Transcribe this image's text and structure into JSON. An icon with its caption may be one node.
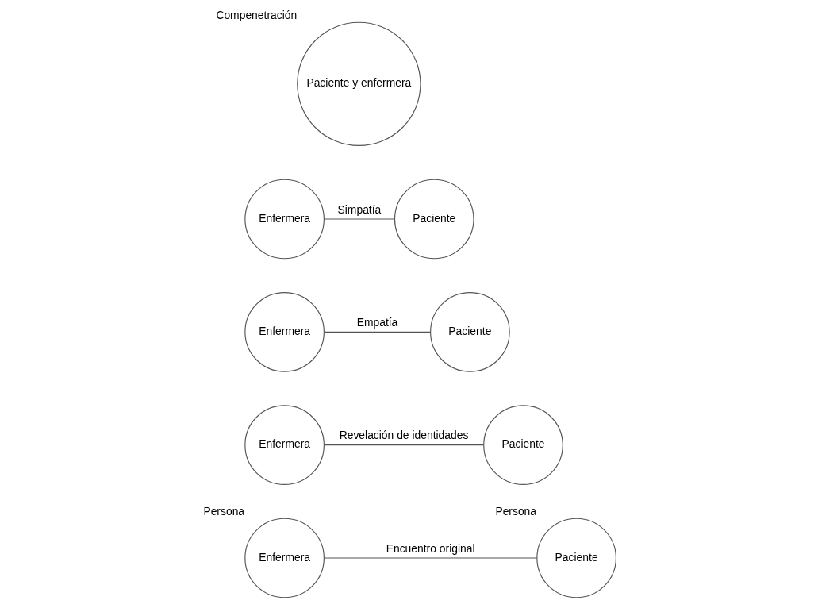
{
  "diagram": {
    "nodes": [
      {
        "text": [
          "Paciente y enfermera"
        ],
        "beside": [
          "Compenetración"
        ]
      },
      {
        "text": [
          "Enfermera"
        ]
      },
      {
        "text": [
          "Paciente"
        ]
      },
      {
        "text": [
          "Enfermera"
        ]
      },
      {
        "text": [
          "Paciente"
        ]
      },
      {
        "text": [
          "Enfermera"
        ]
      },
      {
        "text": [
          "Paciente"
        ]
      },
      {
        "text": [
          "Enfermera"
        ],
        "beside": [
          "Persona"
        ]
      },
      {
        "text": [
          "Paciente"
        ],
        "beside": [
          "Persona"
        ]
      }
    ],
    "edges": [
      {
        "from": 1,
        "to": 2,
        "arrow": "none",
        "label": "Simpatía"
      },
      {
        "from": 3,
        "to": 4,
        "arrow": "none",
        "label": "Empatía"
      },
      {
        "from": 5,
        "to": 6,
        "arrow": "none",
        "label": "Revelación de identidades"
      },
      {
        "from": 7,
        "to": 8,
        "arrow": "none",
        "label": "Encuentro original"
      }
    ]
  }
}
